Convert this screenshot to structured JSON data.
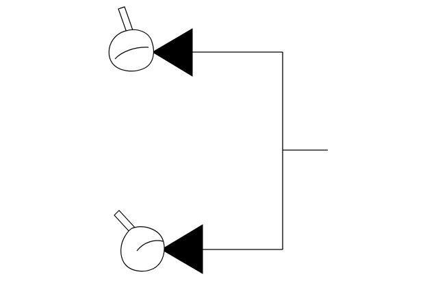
{
  "diagram": {
    "type": "splitter-tree",
    "colors": {
      "background": "#ffffff",
      "stroke": "#000000",
      "arrow_fill": "#000000",
      "bulb_fill": "#ffffff"
    },
    "icons": [
      "input-line",
      "branch-trunk",
      "output-arrow-icon",
      "bulb-icon"
    ],
    "branches": [
      {
        "name": "upper-branch",
        "arrow_icon": "arrowhead-left-icon",
        "end_icon": "bulb-icon"
      },
      {
        "name": "lower-branch",
        "arrow_icon": "arrowhead-left-icon",
        "end_icon": "bulb-icon"
      }
    ]
  }
}
